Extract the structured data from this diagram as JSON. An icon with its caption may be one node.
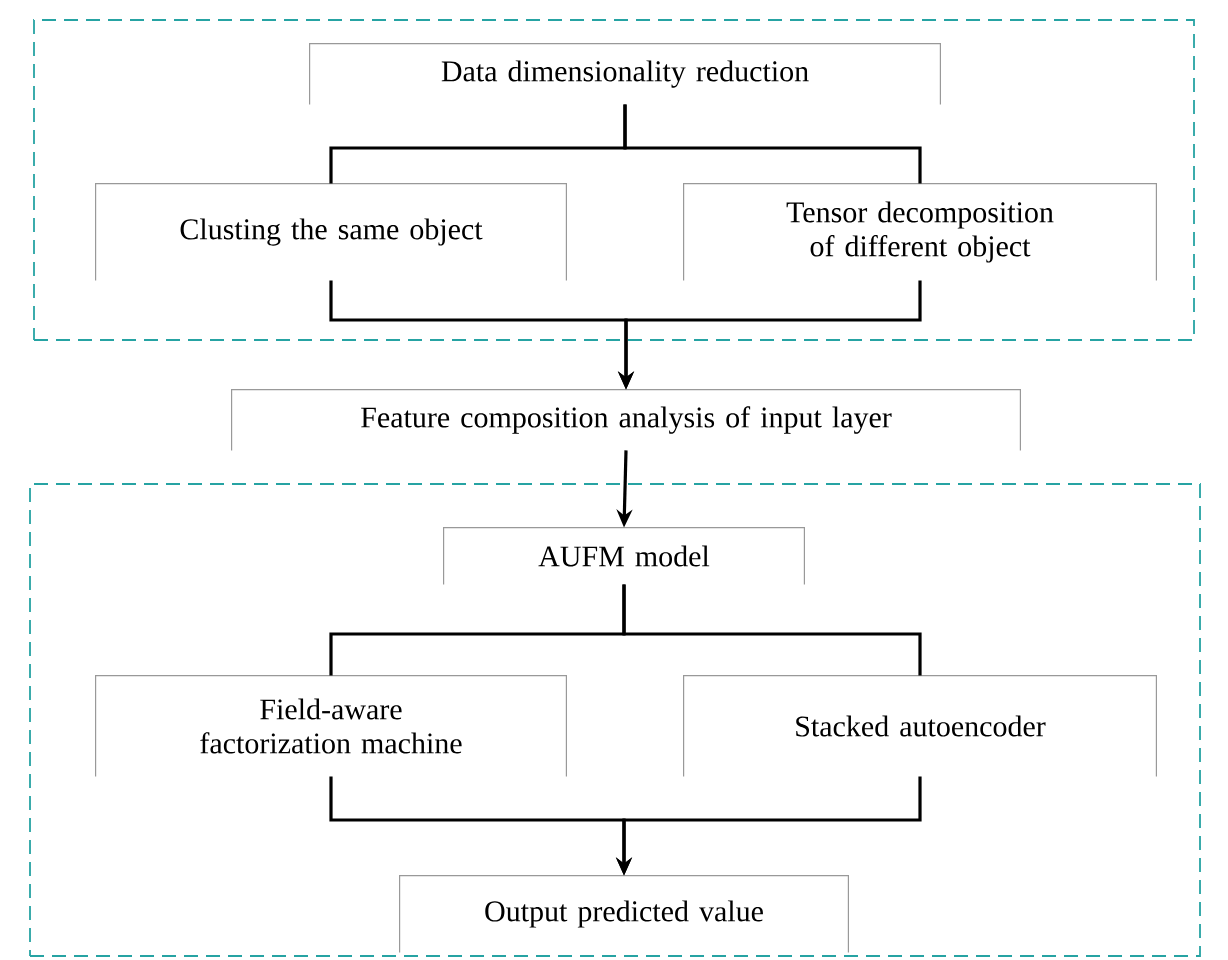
{
  "diagram": {
    "nodes": [
      {
        "text": [],
        "shape": "box"
      },
      {
        "text": [
          "Data dimensionality reduction"
        ],
        "in": 0
      },
      {
        "text": [
          "Clusting the same object"
        ],
        "in": 0
      },
      {
        "text": [
          "Tensor decomposition of different object"
        ],
        "in": 0
      },
      {
        "text": [
          "Feature composition analysis of input layer"
        ]
      },
      {
        "text": [],
        "shape": "box"
      },
      {
        "text": [
          "AUFM model"
        ],
        "in": 5
      },
      {
        "text": [
          "Field-aware factorization machine"
        ],
        "in": 5
      },
      {
        "text": [
          "Stacked autoencoder"
        ],
        "in": 5
      },
      {
        "text": [
          "Output predicted value"
        ],
        "in": 5
      }
    ],
    "edges": [
      {
        "from": 1,
        "to": 2,
        "arrow": "none"
      },
      {
        "from": 1,
        "to": 3,
        "arrow": "none"
      },
      {
        "from": 2,
        "to": 4,
        "arrow": "to"
      },
      {
        "from": 3,
        "to": 4,
        "arrow": "to"
      },
      {
        "from": 4,
        "to": 6,
        "arrow": "to"
      },
      {
        "from": 6,
        "to": 7,
        "arrow": "none"
      },
      {
        "from": 6,
        "to": 8,
        "arrow": "none"
      },
      {
        "from": 7,
        "to": 9,
        "arrow": "to"
      },
      {
        "from": 8,
        "to": 9,
        "arrow": "to"
      }
    ]
  }
}
